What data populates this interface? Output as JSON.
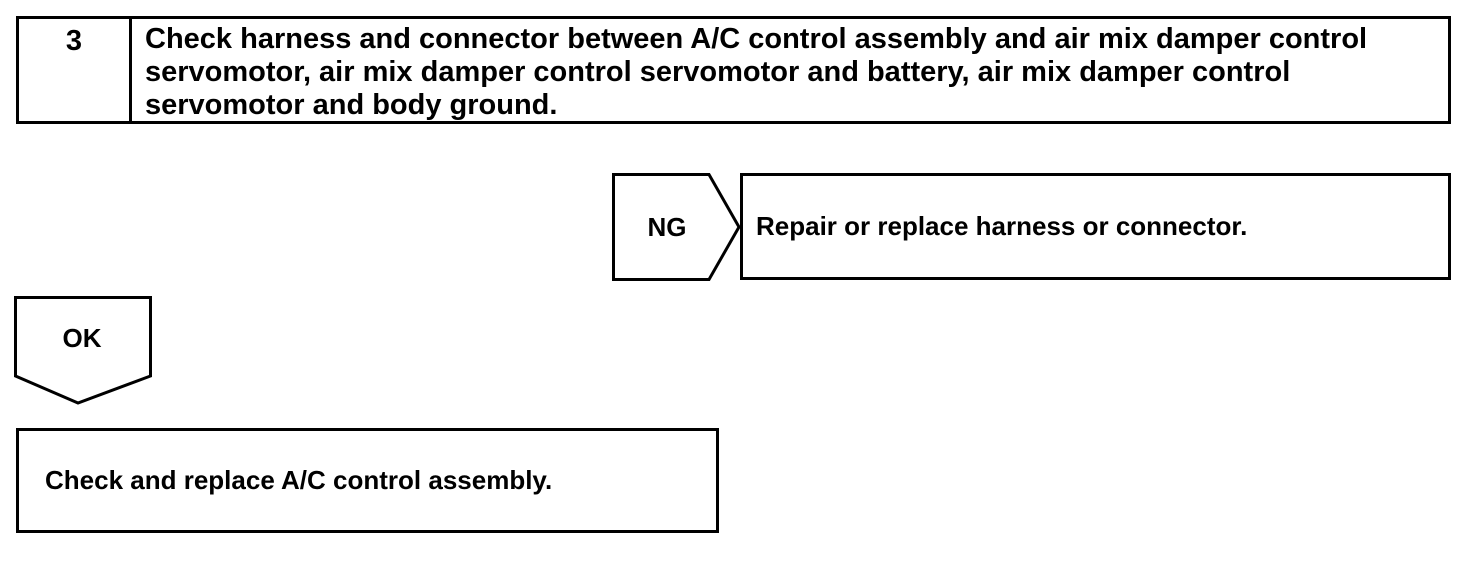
{
  "step": {
    "number": "3",
    "text": "Check harness and connector between A/C control assembly and air mix damper control servomotor, air mix damper control servomotor and battery, air mix damper control servomotor and body ground."
  },
  "ng_branch": {
    "label": "NG",
    "result": "Repair or replace harness or connector."
  },
  "ok_branch": {
    "label": "OK",
    "result": "Check and replace A/C control assembly."
  }
}
